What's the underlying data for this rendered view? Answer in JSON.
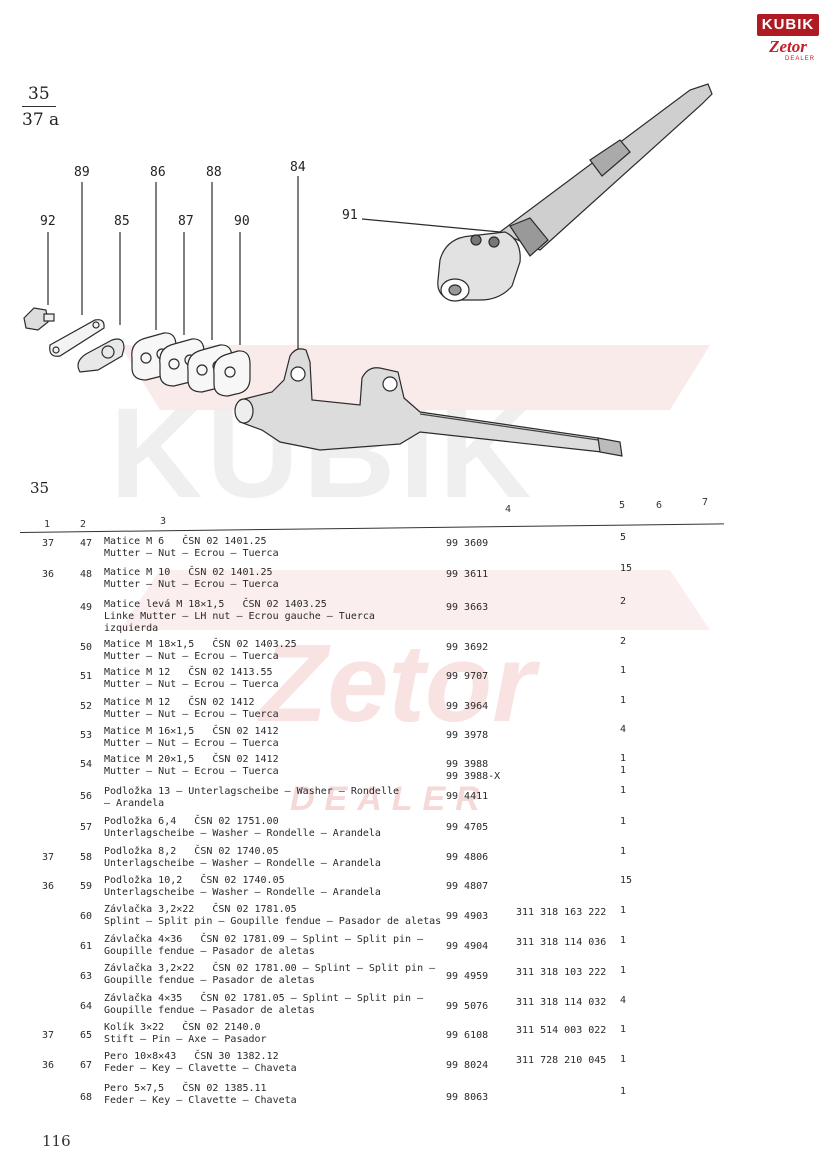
{
  "logo": {
    "brand": "KUBIK",
    "subbrand": "Zetor",
    "tag": "DEALER"
  },
  "header": {
    "fig_top": "35",
    "fig_bottom": "37 a"
  },
  "callouts": [
    "92",
    "89",
    "85",
    "86",
    "87",
    "88",
    "90",
    "84",
    "91"
  ],
  "section_label": "35",
  "columns": [
    "1",
    "2",
    "3",
    "4",
    "5",
    "6",
    "7"
  ],
  "rows": [
    {
      "c1": "37",
      "c2": "47",
      "lines": [
        "Matice M 6   ČSN 02 1401.25",
        "Mutter — Nut — Ecrou — Tuerca"
      ],
      "c4": "99 3609",
      "c5": "",
      "c6": "5"
    },
    {
      "c1": "36",
      "c2": "48",
      "lines": [
        "Matice M 10   ČSN 02 1401.25",
        "Mutter — Nut — Ecrou — Tuerca"
      ],
      "c4": "99 3611",
      "c5": "",
      "c6": "15"
    },
    {
      "c1": "",
      "c2": "49",
      "lines": [
        "Matice levá M 18✕1,5   ČSN 02 1403.25",
        "Linke Mutter — LH nut — Ecrou gauche — Tuerca",
        "izquierda"
      ],
      "c4": "99 3663",
      "c5": "",
      "c6": "2"
    },
    {
      "c1": "",
      "c2": "50",
      "lines": [
        "Matice M 18✕1,5   ČSN 02 1403.25",
        "Mutter — Nut — Ecrou — Tuerca"
      ],
      "c4": "99 3692",
      "c5": "",
      "c6": "2"
    },
    {
      "c1": "",
      "c2": "51",
      "lines": [
        "Matice M 12   ČSN 02 1413.55",
        "Mutter — Nut — Ecrou — Tuerca"
      ],
      "c4": "99 9707",
      "c5": "",
      "c6": "1"
    },
    {
      "c1": "",
      "c2": "52",
      "lines": [
        "Matice M 12   ČSN 02 1412",
        "Mutter — Nut — Ecrou — Tuerca"
      ],
      "c4": "99 3964",
      "c5": "",
      "c6": "1"
    },
    {
      "c1": "",
      "c2": "53",
      "lines": [
        "Matice M 16✕1,5   ČSN 02 1412",
        "Mutter — Nut — Ecrou — Tuerca"
      ],
      "c4": "99 3978",
      "c5": "",
      "c6": "4"
    },
    {
      "c1": "",
      "c2": "54",
      "lines": [
        "Matice M 20✕1,5   ČSN 02 1412",
        "Mutter — Nut — Ecrou — Tuerca"
      ],
      "c4": "99 3988\n99 3988-X",
      "c5": "",
      "c6": "1\n1"
    },
    {
      "c1": "",
      "c2": "56",
      "lines": [
        "Podložka 13 — Unterlagscheibe — Washer — Rondelle",
        "— Arandela"
      ],
      "c4": "99 4411",
      "c5": "",
      "c6": "1"
    },
    {
      "c1": "",
      "c2": "57",
      "lines": [
        "Podložka 6,4   ČSN 02 1751.00",
        "Unterlagscheibe — Washer — Rondelle — Arandela"
      ],
      "c4": "99 4705",
      "c5": "",
      "c6": "1"
    },
    {
      "c1": "37",
      "c2": "58",
      "lines": [
        "Podložka 8,2   ČSN 02 1740.05",
        "Unterlagscheibe — Washer — Rondelle — Arandela"
      ],
      "c4": "99 4806",
      "c5": "",
      "c6": "1"
    },
    {
      "c1": "36",
      "c2": "59",
      "lines": [
        "Podložka 10,2   ČSN 02 1740.05",
        "Unterlagscheibe — Washer — Rondelle — Arandela"
      ],
      "c4": "99 4807",
      "c5": "",
      "c6": "15"
    },
    {
      "c1": "",
      "c2": "60",
      "lines": [
        "Závlačka 3,2✕22   ČSN 02 1781.05",
        "Splint — Split pin — Goupille fendue — Pasador de aletas"
      ],
      "c4": "99 4903",
      "c5": "311 318 163 222",
      "c6": "1"
    },
    {
      "c1": "",
      "c2": "61",
      "lines": [
        "Závlačka 4✕36   ČSN 02 1781.09 — Splint — Split pin —",
        "Goupille fendue — Pasador de aletas"
      ],
      "c4": "99 4904",
      "c5": "311 318 114 036",
      "c6": "1"
    },
    {
      "c1": "",
      "c2": "63",
      "lines": [
        "Závlačka 3,2✕22   ČSN 02 1781.00 — Splint — Split pin —",
        "Goupille fendue — Pasador de aletas"
      ],
      "c4": "99 4959",
      "c5": "311 318 103 222",
      "c6": "1"
    },
    {
      "c1": "",
      "c2": "64",
      "lines": [
        "Závlačka 4✕35   ČSN 02 1781.05 — Splint — Split pin —",
        "Goupille fendue — Pasador de aletas"
      ],
      "c4": "99 5076",
      "c5": "311 318 114 032",
      "c6": "4"
    },
    {
      "c1": "37",
      "c2": "65",
      "lines": [
        "Kolík 3✕22   ČSN 02 2140.0",
        "Stift — Pin — Axe — Pasador"
      ],
      "c4": "99 6108",
      "c5": "311 514 003 022",
      "c6": "1"
    },
    {
      "c1": "36",
      "c2": "67",
      "lines": [
        "Pero 10✕8✕43   ČSN 30 1382.12",
        "Feder — Key — Clavette — Chaveta"
      ],
      "c4": "99 8024",
      "c5": "311 728 210 045",
      "c6": "1"
    },
    {
      "c1": "",
      "c2": "68",
      "lines": [
        "Pero 5✕7,5   ČSN 02 1385.11",
        "Feder — Key — Clavette — Chaveta"
      ],
      "c4": "99 8063",
      "c5": "",
      "c6": "1"
    }
  ],
  "page_number": "116",
  "watermark": {
    "word1": "KUBIK",
    "word2": "Zetor",
    "word3": "DEALER"
  }
}
